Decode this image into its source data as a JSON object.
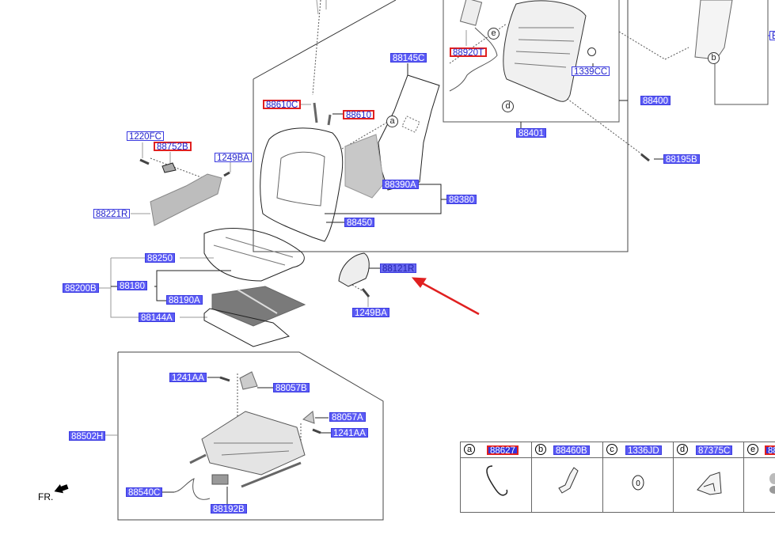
{
  "diagram": {
    "title": "Seat assembly parts diagram",
    "orientation_label": "FR.",
    "labels": [
      {
        "id": "88920T",
        "text": "88920T",
        "style": "red",
        "name": "part-88920t"
      },
      {
        "id": "1339CC",
        "text": "1339CC",
        "style": "blue-out",
        "name": "part-1339cc"
      },
      {
        "id": "88400",
        "text": "88400",
        "style": "blue",
        "name": "part-88400"
      },
      {
        "id": "88401",
        "text": "88401",
        "style": "blue",
        "name": "part-88401"
      },
      {
        "id": "88145C",
        "text": "88145C",
        "style": "blue",
        "name": "part-88145c"
      },
      {
        "id": "88610C",
        "text": "88610C",
        "style": "red",
        "name": "part-88610c"
      },
      {
        "id": "88610",
        "text": "88610",
        "style": "red",
        "name": "part-88610"
      },
      {
        "id": "1220FC",
        "text": "1220FC",
        "style": "blue-out",
        "name": "part-1220fc"
      },
      {
        "id": "88752B",
        "text": "88752B",
        "style": "red",
        "name": "part-88752b"
      },
      {
        "id": "1249BA_top",
        "text": "1249BA",
        "style": "blue-out",
        "name": "part-1249ba-upper"
      },
      {
        "id": "88221R",
        "text": "88221R",
        "style": "blue-out",
        "name": "part-88221r"
      },
      {
        "id": "88390A",
        "text": "88390A",
        "style": "blue",
        "name": "part-88390a"
      },
      {
        "id": "88380",
        "text": "88380",
        "style": "blue",
        "name": "part-88380"
      },
      {
        "id": "88450",
        "text": "88450",
        "style": "blue",
        "name": "part-88450"
      },
      {
        "id": "88195B",
        "text": "88195B",
        "style": "blue",
        "name": "part-88195b"
      },
      {
        "id": "88250",
        "text": "88250",
        "style": "blue",
        "name": "part-88250"
      },
      {
        "id": "88200B",
        "text": "88200B",
        "style": "blue",
        "name": "part-88200b"
      },
      {
        "id": "88180",
        "text": "88180",
        "style": "blue",
        "name": "part-88180"
      },
      {
        "id": "88190A",
        "text": "88190A",
        "style": "blue",
        "name": "part-88190a"
      },
      {
        "id": "88144A",
        "text": "88144A",
        "style": "blue",
        "name": "part-88144a"
      },
      {
        "id": "88121R",
        "text": "88121R",
        "style": "hi",
        "name": "part-88121r"
      },
      {
        "id": "1249BA_bot",
        "text": "1249BA",
        "style": "blue",
        "name": "part-1249ba-lower"
      },
      {
        "id": "1241AA_a",
        "text": "1241AA",
        "style": "blue",
        "name": "part-1241aa-upper"
      },
      {
        "id": "88057B",
        "text": "88057B",
        "style": "blue",
        "name": "part-88057b"
      },
      {
        "id": "88057A",
        "text": "88057A",
        "style": "blue",
        "name": "part-88057a"
      },
      {
        "id": "1241AA_b",
        "text": "1241AA",
        "style": "blue",
        "name": "part-1241aa-lower"
      },
      {
        "id": "88502H",
        "text": "88502H",
        "style": "blue",
        "name": "part-88502h"
      },
      {
        "id": "88540C",
        "text": "88540C",
        "style": "blue",
        "name": "part-88540c"
      },
      {
        "id": "88192B",
        "text": "88192B",
        "style": "blue",
        "name": "part-88192b"
      },
      {
        "id": "E_edge",
        "text": "E",
        "style": "blue-out",
        "name": "part-edge-label"
      }
    ],
    "callouts": [
      "a",
      "b",
      "d",
      "e"
    ],
    "legend": [
      {
        "letter": "a",
        "part": "88627",
        "style": "red-fill"
      },
      {
        "letter": "b",
        "part": "88460B",
        "style": "blue"
      },
      {
        "letter": "c",
        "part": "1336JD",
        "style": "blue"
      },
      {
        "letter": "d",
        "part": "87375C",
        "style": "blue"
      },
      {
        "letter": "e",
        "part": "88",
        "style": "red-fill"
      }
    ],
    "highlight_arrow_color": "#e02020"
  }
}
